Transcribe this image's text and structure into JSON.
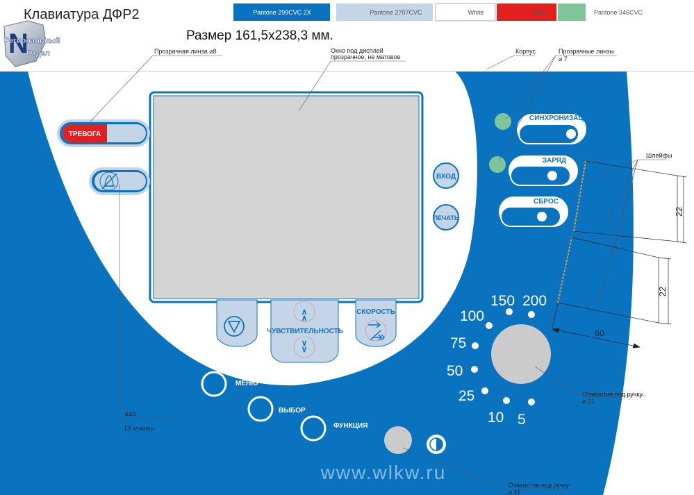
{
  "header": {
    "title": "Клавиатура ДФР2",
    "size": "Размер 161,5х238,3 мм."
  },
  "logo": {
    "line1": "Региональный",
    "line2": "Отдел"
  },
  "palette": [
    {
      "label": "Pantone 299CVC 2X",
      "color": "#0a73c0"
    },
    {
      "label": "Pantone 2707CVC",
      "color": "#c5d5e8"
    },
    {
      "label": "White",
      "color": "#ffffff"
    },
    {
      "label": "Red",
      "color": "#e2201f"
    },
    {
      "label": "Pantone 346CVC",
      "color": "#7fc59a"
    }
  ],
  "annotations": {
    "lens8": "Прозрачная линза ⌀8",
    "display1": "Окно под дисплей",
    "display2": "прозрачное, не матовое",
    "corpus": "Корпус",
    "lens7a": "Прозрачные линзы",
    "lens7b": "⌀ 7",
    "cables": "Шлейфы",
    "dim22a": "22",
    "dim22b": "22",
    "dim60": "60",
    "hole21a": "Отверстие под ручку",
    "hole21b": "⌀ 21",
    "hole11a": "Отверстие под ручку",
    "hole11b": "⌀ 11",
    "key10": "⌀10",
    "keys13": "13 клавиш"
  },
  "buttons": {
    "alarm": "ТРЕВОГА",
    "enter": "ВХОД",
    "print": "ПЕЧАТЬ",
    "sync": "СИНХРОНИЗАЦИЯ",
    "charge": "ЗАРЯД",
    "reset": "СБРОС",
    "sensitivity": "ЧУВСТВИТЕЛЬНОСТЬ",
    "speed": "СКОРОСТЬ",
    "menu": "МЕНЮ",
    "select": "ВЫБОР",
    "function": "ФУНКЦИЯ"
  },
  "dial": {
    "labels": [
      "5",
      "10",
      "25",
      "50",
      "75",
      "100",
      "150",
      "200"
    ]
  },
  "watermark": "www.wlkw.ru"
}
